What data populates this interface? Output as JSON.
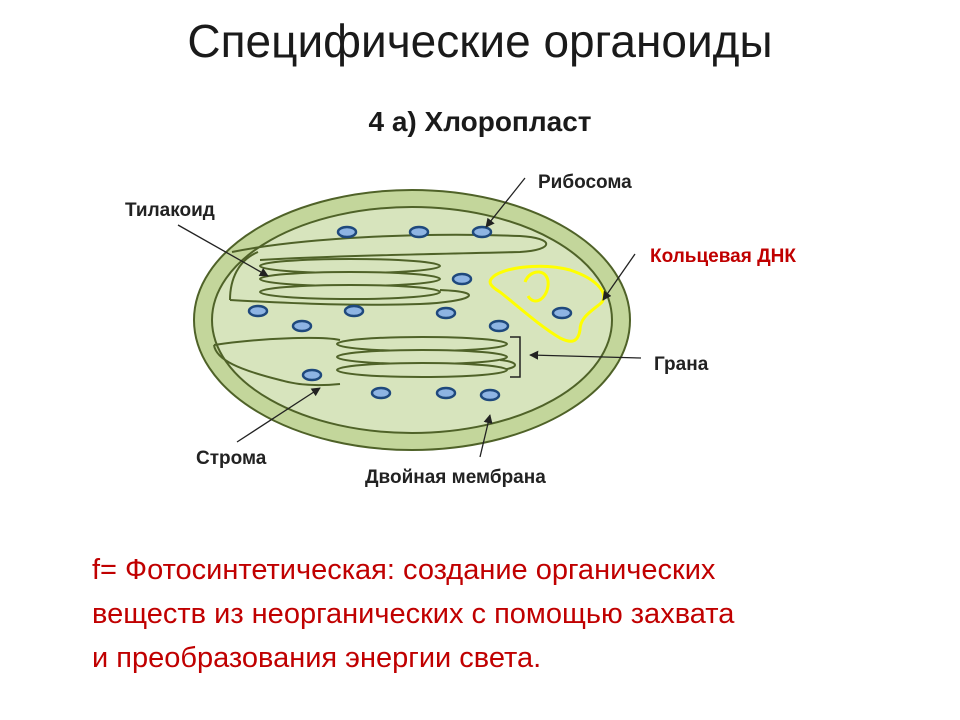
{
  "slide": {
    "title": "Специфические органоиды",
    "subtitle": "4 а) Хлоропласт"
  },
  "labels": {
    "ribosome": "Рибосома",
    "thylakoid": "Тилакоид",
    "ring_dna": "Кольцевая ДНК",
    "grana": "Грана",
    "stroma": "Строма",
    "double_membrane": "Двойная мембрана"
  },
  "description": {
    "line1": "f= Фотосинтетическая: создание органических",
    "line2": "веществ из неорганических с помощью захвата",
    "line3": "и преобразования энергии света."
  },
  "colors": {
    "outer_fill": "#c3d69b",
    "inner_fill": "#d7e4bd",
    "outline": "#4f6228",
    "ribosome_fill": "#8eb4e3",
    "ribosome_stroke": "#1f497d",
    "dna": "#ffff00",
    "accent_red": "#c00000"
  }
}
